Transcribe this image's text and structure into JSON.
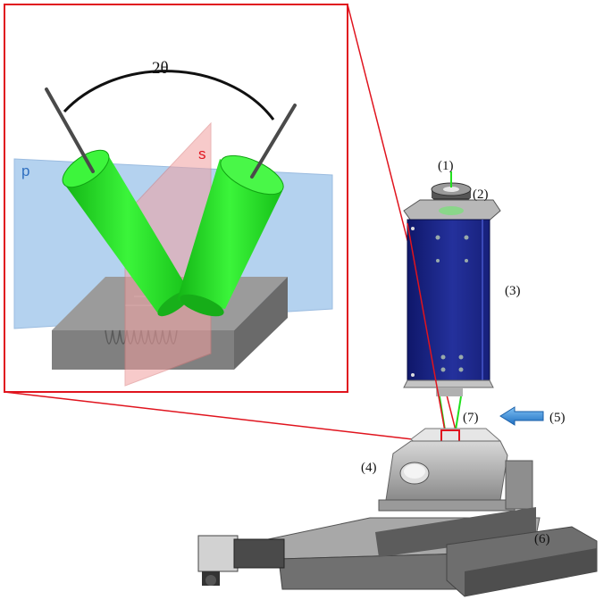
{
  "inset": {
    "angle_label": "2θ",
    "plane_p_label": "p",
    "plane_s_label": "s",
    "colors": {
      "frame": "#e0141e",
      "plane_p": "#9cc3ea",
      "plane_s": "#f2a0a0",
      "beam": "#22e01f",
      "sample": "#8c8c8c"
    }
  },
  "setup": {
    "labels": {
      "l1": "(1)",
      "l2": "(2)",
      "l3": "(3)",
      "l4": "(4)",
      "l5": "(5)",
      "l6": "(6)",
      "l7": "(7)"
    },
    "colors": {
      "optics_housing": "#1e2a8c",
      "arrow": "#2f8fd8",
      "stage": "#7a7a7a"
    }
  }
}
